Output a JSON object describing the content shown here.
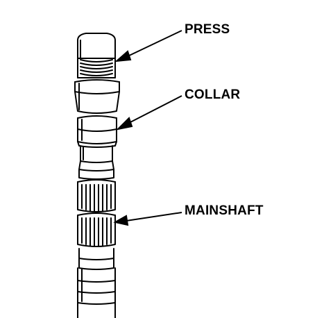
{
  "labels": {
    "press": "PRESS",
    "collar": "COLLAR",
    "mainshaft": "MAINSHAFT"
  },
  "colors": {
    "ink": "#000000",
    "paper": "#ffffff"
  }
}
